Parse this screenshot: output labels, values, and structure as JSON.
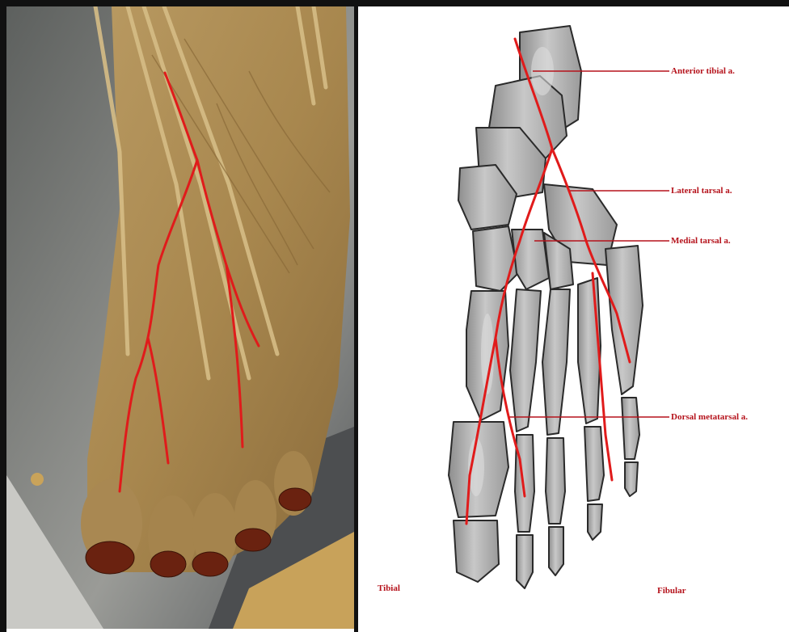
{
  "labels": {
    "anterior_tibial": "Anterior tibial a.",
    "lateral_tarsal": "Lateral tarsal a.",
    "medial_tarsal": "Medial tarsal a.",
    "dorsal_metatarsal": "Dorsal metatarsal a.",
    "tibial": "Tibial",
    "fibular": "Fibular"
  },
  "colors": {
    "artery_line": "#e01b1b",
    "label_text": "#b5121b",
    "bone_fill": "#a9a9a9",
    "bone_highlight": "#d3d3d3",
    "tissue": "#a88a52"
  }
}
